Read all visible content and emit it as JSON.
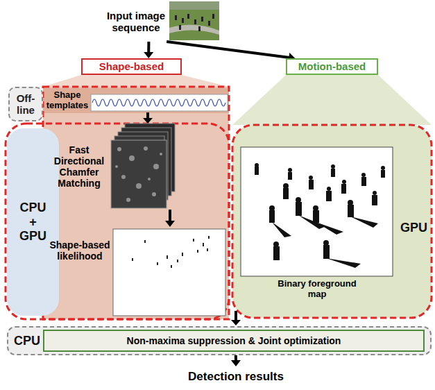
{
  "diagram": {
    "nodes": [
      {
        "text": [
          "Input image sequence"
        ]
      },
      {
        "text": [
          "Shape-based"
        ]
      },
      {
        "text": [
          "Motion-based"
        ]
      },
      {
        "text": [
          "Off-line"
        ]
      },
      {
        "text": [
          "Shape templates"
        ]
      },
      {
        "text": [
          "CPU + GPU"
        ]
      },
      {
        "text": [
          "GPU"
        ]
      },
      {
        "text": [
          "CPU"
        ]
      },
      {
        "text": [
          "Non-maxima suppression & Joint optimization"
        ],
        "in": 7
      },
      {
        "text": [
          "Detection results"
        ]
      }
    ],
    "edges": [
      {
        "from": 0,
        "to": 1,
        "arrow": "to"
      },
      {
        "from": 0,
        "to": 2,
        "arrow": "to"
      },
      {
        "from": 7,
        "to": 9,
        "arrow": "to"
      }
    ],
    "labels": [
      "Fast Directional Chamfer Matching",
      "Shape-based likelihood",
      "Binary foreground map"
    ]
  }
}
